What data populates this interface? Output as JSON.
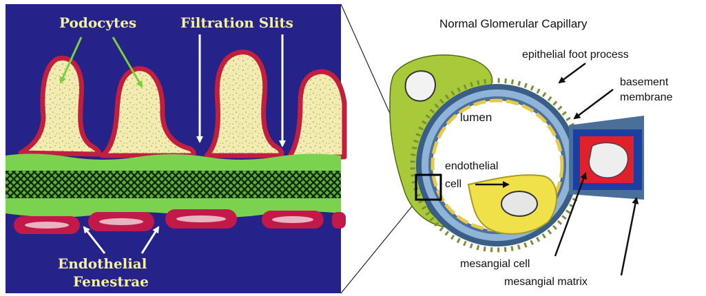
{
  "left_panel": {
    "labels": {
      "podocytes": "Podocytes",
      "filtration_slits": "Filtration Slits",
      "endothelial": "Endothelial",
      "fenestrae": "Fenestrae"
    },
    "colors": {
      "background": "#25238a",
      "podocyte_fill": "#f2ecb0",
      "podocyte_outline": "#c21f3e",
      "basement_green": "#7bd24e",
      "basement_dark": "#123a12",
      "endothelium": "#c2184a",
      "label_text": "#f3f0a0",
      "arrow_green": "#7ccf3a"
    }
  },
  "right_panel": {
    "title": "Normal Glomerular Capillary",
    "labels": {
      "epithelial_foot_process": "epithelial foot process",
      "basement": "basement",
      "membrane": "membrane",
      "lumen": "lumen",
      "endothelial": "endothelial",
      "cell": "cell",
      "mesangial_cell": "mesangial cell",
      "mesangial_matrix": "mesangial matrix"
    },
    "colors": {
      "epithelium": "#a8c93a",
      "capillary_wall_blue": "#5f8fc0",
      "endothelium_yellow": "#f0e04a",
      "mesangial_red": "#e0202a",
      "mesangial_matrix_blue": "#1a3fa0"
    }
  }
}
